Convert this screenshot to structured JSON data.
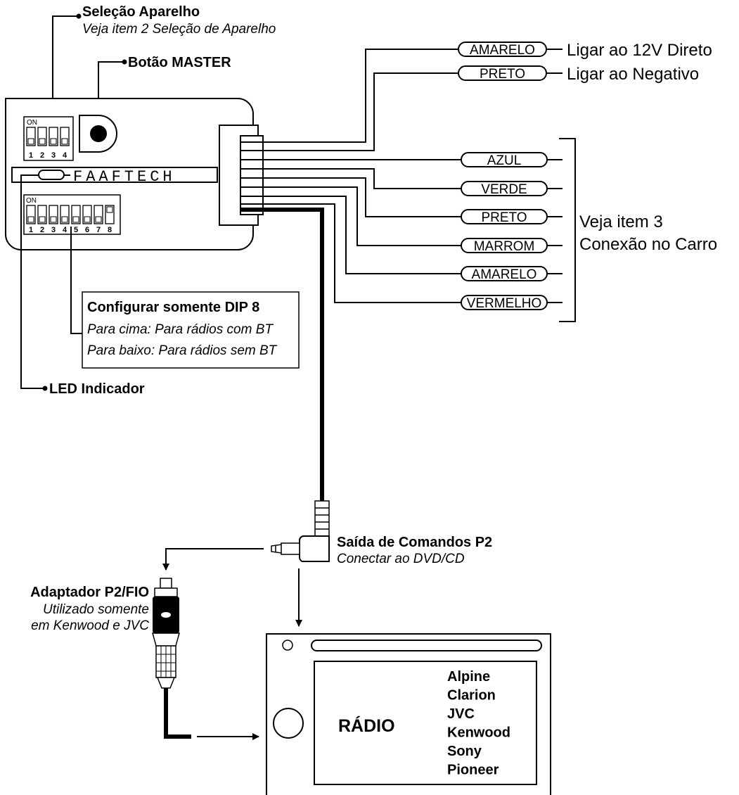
{
  "module": {
    "brand_logo": "FAAFTECH",
    "dip4_on_label": "ON",
    "dip4_numbers": [
      "1",
      "2",
      "3",
      "4"
    ],
    "dip8_on_label": "ON",
    "dip8_numbers": [
      "1",
      "2",
      "3",
      "4",
      "5",
      "6",
      "7",
      "8"
    ]
  },
  "labels": {
    "selecao_title": "Seleção Aparelho",
    "selecao_sub": "Veja item 2 Seleção de Aparelho",
    "botao_master": "Botão MASTER",
    "led_indicador": "LED Indicador",
    "dip8_title": "Configurar somente DIP 8",
    "dip8_line1": "Para cima: Para rádios com BT",
    "dip8_line2": "Para baixo: Para rádios sem BT",
    "saida_title": "Saída de Comandos P2",
    "saida_sub": "Conectar ao DVD/CD",
    "adaptador_title": "Adaptador P2/FIO",
    "adaptador_sub1": "Utilizado somente",
    "adaptador_sub2": "em Kenwood e JVC"
  },
  "power_wires": [
    {
      "color": "AMARELO",
      "description": "Ligar ao 12V Direto"
    },
    {
      "color": "PRETO",
      "description": "Ligar ao Negativo"
    }
  ],
  "car_wires": [
    "AZUL",
    "VERDE",
    "PRETO",
    "MARROM",
    "AMARELO",
    "VERMELHO"
  ],
  "car_note": {
    "line1": "Veja item 3",
    "line2": "Conexão no Carro"
  },
  "radio": {
    "label": "RÁDIO",
    "brands": [
      "Alpine",
      "Clarion",
      "JVC",
      "Kenwood",
      "Sony",
      "Pioneer"
    ]
  }
}
